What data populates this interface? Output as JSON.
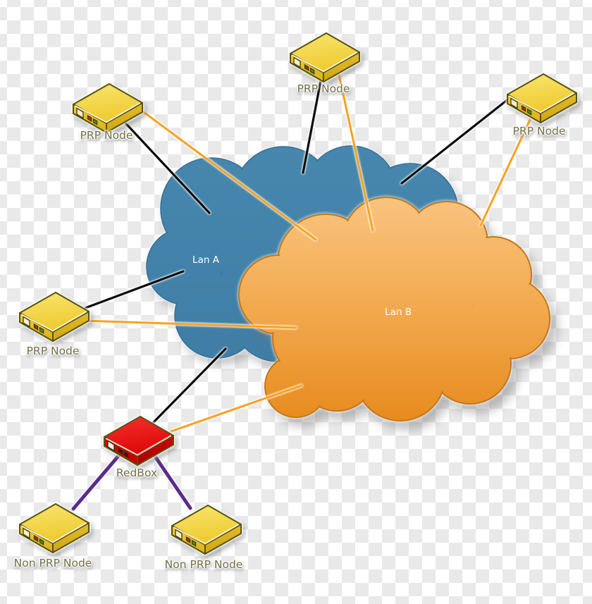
{
  "clouds": [
    {
      "id": "lan-a",
      "label": "Lan A",
      "fill": "#4283AB",
      "seam_color": "#36719A",
      "text_color": "#FFFFFF"
    },
    {
      "id": "lan-b",
      "label": "Lan B",
      "fill_top": "#F9C47F",
      "fill_bottom": "#E78A1D",
      "border": "#C4771B",
      "text_color": "#FFFFFF"
    }
  ],
  "nodes": [
    {
      "id": "prp-node-top-left",
      "label": "PRP Node",
      "kind": "prp-node"
    },
    {
      "id": "prp-node-top-middle",
      "label": "PRP Node",
      "kind": "prp-node"
    },
    {
      "id": "prp-node-top-right",
      "label": "PRP Node",
      "kind": "prp-node"
    },
    {
      "id": "prp-node-left",
      "label": "PRP Node",
      "kind": "prp-node"
    },
    {
      "id": "redbox",
      "label": "RedBox",
      "kind": "redundancy-box"
    },
    {
      "id": "non-prp-node-left",
      "label": "Non PRP Node",
      "kind": "non-prp-node"
    },
    {
      "id": "non-prp-node-middle",
      "label": "Non PRP Node",
      "kind": "non-prp-node"
    }
  ],
  "links": [
    {
      "from": "prp-node-top-left",
      "to": "lan-a",
      "color": "#0A0A0A"
    },
    {
      "from": "prp-node-top-left",
      "to": "lan-b",
      "color": "#F7A21E"
    },
    {
      "from": "prp-node-top-middle",
      "to": "lan-a",
      "color": "#0A0A0A"
    },
    {
      "from": "prp-node-top-middle",
      "to": "lan-b",
      "color": "#F7A21E"
    },
    {
      "from": "prp-node-top-right",
      "to": "lan-a",
      "color": "#0A0A0A"
    },
    {
      "from": "prp-node-top-right",
      "to": "lan-b",
      "color": "#F7A21E"
    },
    {
      "from": "prp-node-left",
      "to": "lan-a",
      "color": "#0A0A0A"
    },
    {
      "from": "prp-node-left",
      "to": "lan-b",
      "color": "#F7A21E"
    },
    {
      "from": "redbox",
      "to": "lan-a",
      "color": "#0A0A0A"
    },
    {
      "from": "redbox",
      "to": "lan-b",
      "color": "#F7A21E"
    },
    {
      "from": "redbox",
      "to": "non-prp-node-left",
      "color": "#5B2B8B"
    },
    {
      "from": "redbox",
      "to": "non-prp-node-middle",
      "color": "#5B2B8B"
    }
  ],
  "styles": {
    "label_color": "#72724A",
    "device_yellow": "#EFCB31",
    "device_red": "#D80202",
    "checker_dark": "#E9E9E9",
    "checker_light": "#FFFFFF"
  }
}
